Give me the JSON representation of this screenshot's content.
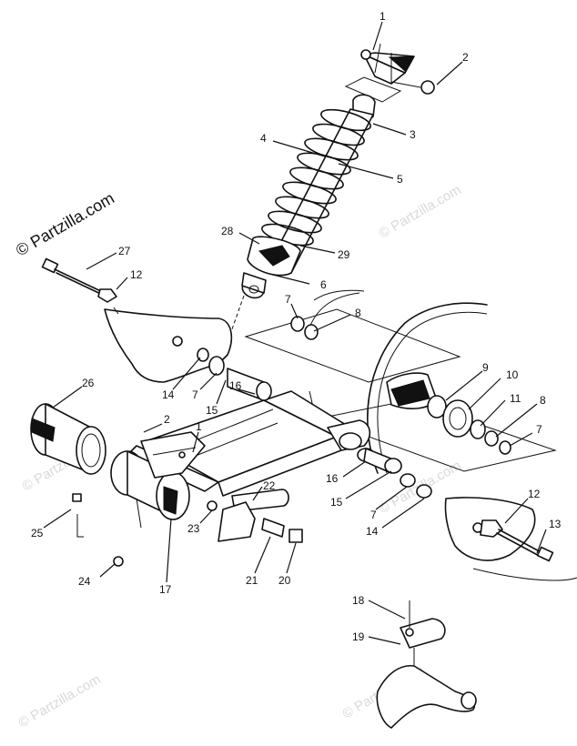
{
  "watermark": {
    "main_text": "© Partzilla.com",
    "faint_text": "© Partzilla.com"
  },
  "callouts": [
    {
      "id": "c1a",
      "label": "1"
    },
    {
      "id": "c2a",
      "label": "2"
    },
    {
      "id": "c3",
      "label": "3"
    },
    {
      "id": "c4",
      "label": "4"
    },
    {
      "id": "c5",
      "label": "5"
    },
    {
      "id": "c28",
      "label": "28"
    },
    {
      "id": "c29",
      "label": "29"
    },
    {
      "id": "c6",
      "label": "6"
    },
    {
      "id": "c27",
      "label": "27"
    },
    {
      "id": "c12a",
      "label": "12"
    },
    {
      "id": "c7a",
      "label": "7"
    },
    {
      "id": "c8a",
      "label": "8"
    },
    {
      "id": "c9",
      "label": "9"
    },
    {
      "id": "c10",
      "label": "10"
    },
    {
      "id": "c11",
      "label": "11"
    },
    {
      "id": "c8b",
      "label": "8"
    },
    {
      "id": "c7b",
      "label": "7"
    },
    {
      "id": "c26",
      "label": "26"
    },
    {
      "id": "c14a",
      "label": "14"
    },
    {
      "id": "c7c",
      "label": "7"
    },
    {
      "id": "c15a",
      "label": "15"
    },
    {
      "id": "c16a",
      "label": "16"
    },
    {
      "id": "c2b",
      "label": "2"
    },
    {
      "id": "c1b",
      "label": "1"
    },
    {
      "id": "c16b",
      "label": "16"
    },
    {
      "id": "c15b",
      "label": "15"
    },
    {
      "id": "c7d",
      "label": "7"
    },
    {
      "id": "c14b",
      "label": "14"
    },
    {
      "id": "c12b",
      "label": "12"
    },
    {
      "id": "c13",
      "label": "13"
    },
    {
      "id": "c22",
      "label": "22"
    },
    {
      "id": "c25",
      "label": "25"
    },
    {
      "id": "c23",
      "label": "23"
    },
    {
      "id": "c24",
      "label": "24"
    },
    {
      "id": "c17",
      "label": "17"
    },
    {
      "id": "c21",
      "label": "21"
    },
    {
      "id": "c20",
      "label": "20"
    },
    {
      "id": "c18",
      "label": "18"
    },
    {
      "id": "c19",
      "label": "19"
    }
  ]
}
